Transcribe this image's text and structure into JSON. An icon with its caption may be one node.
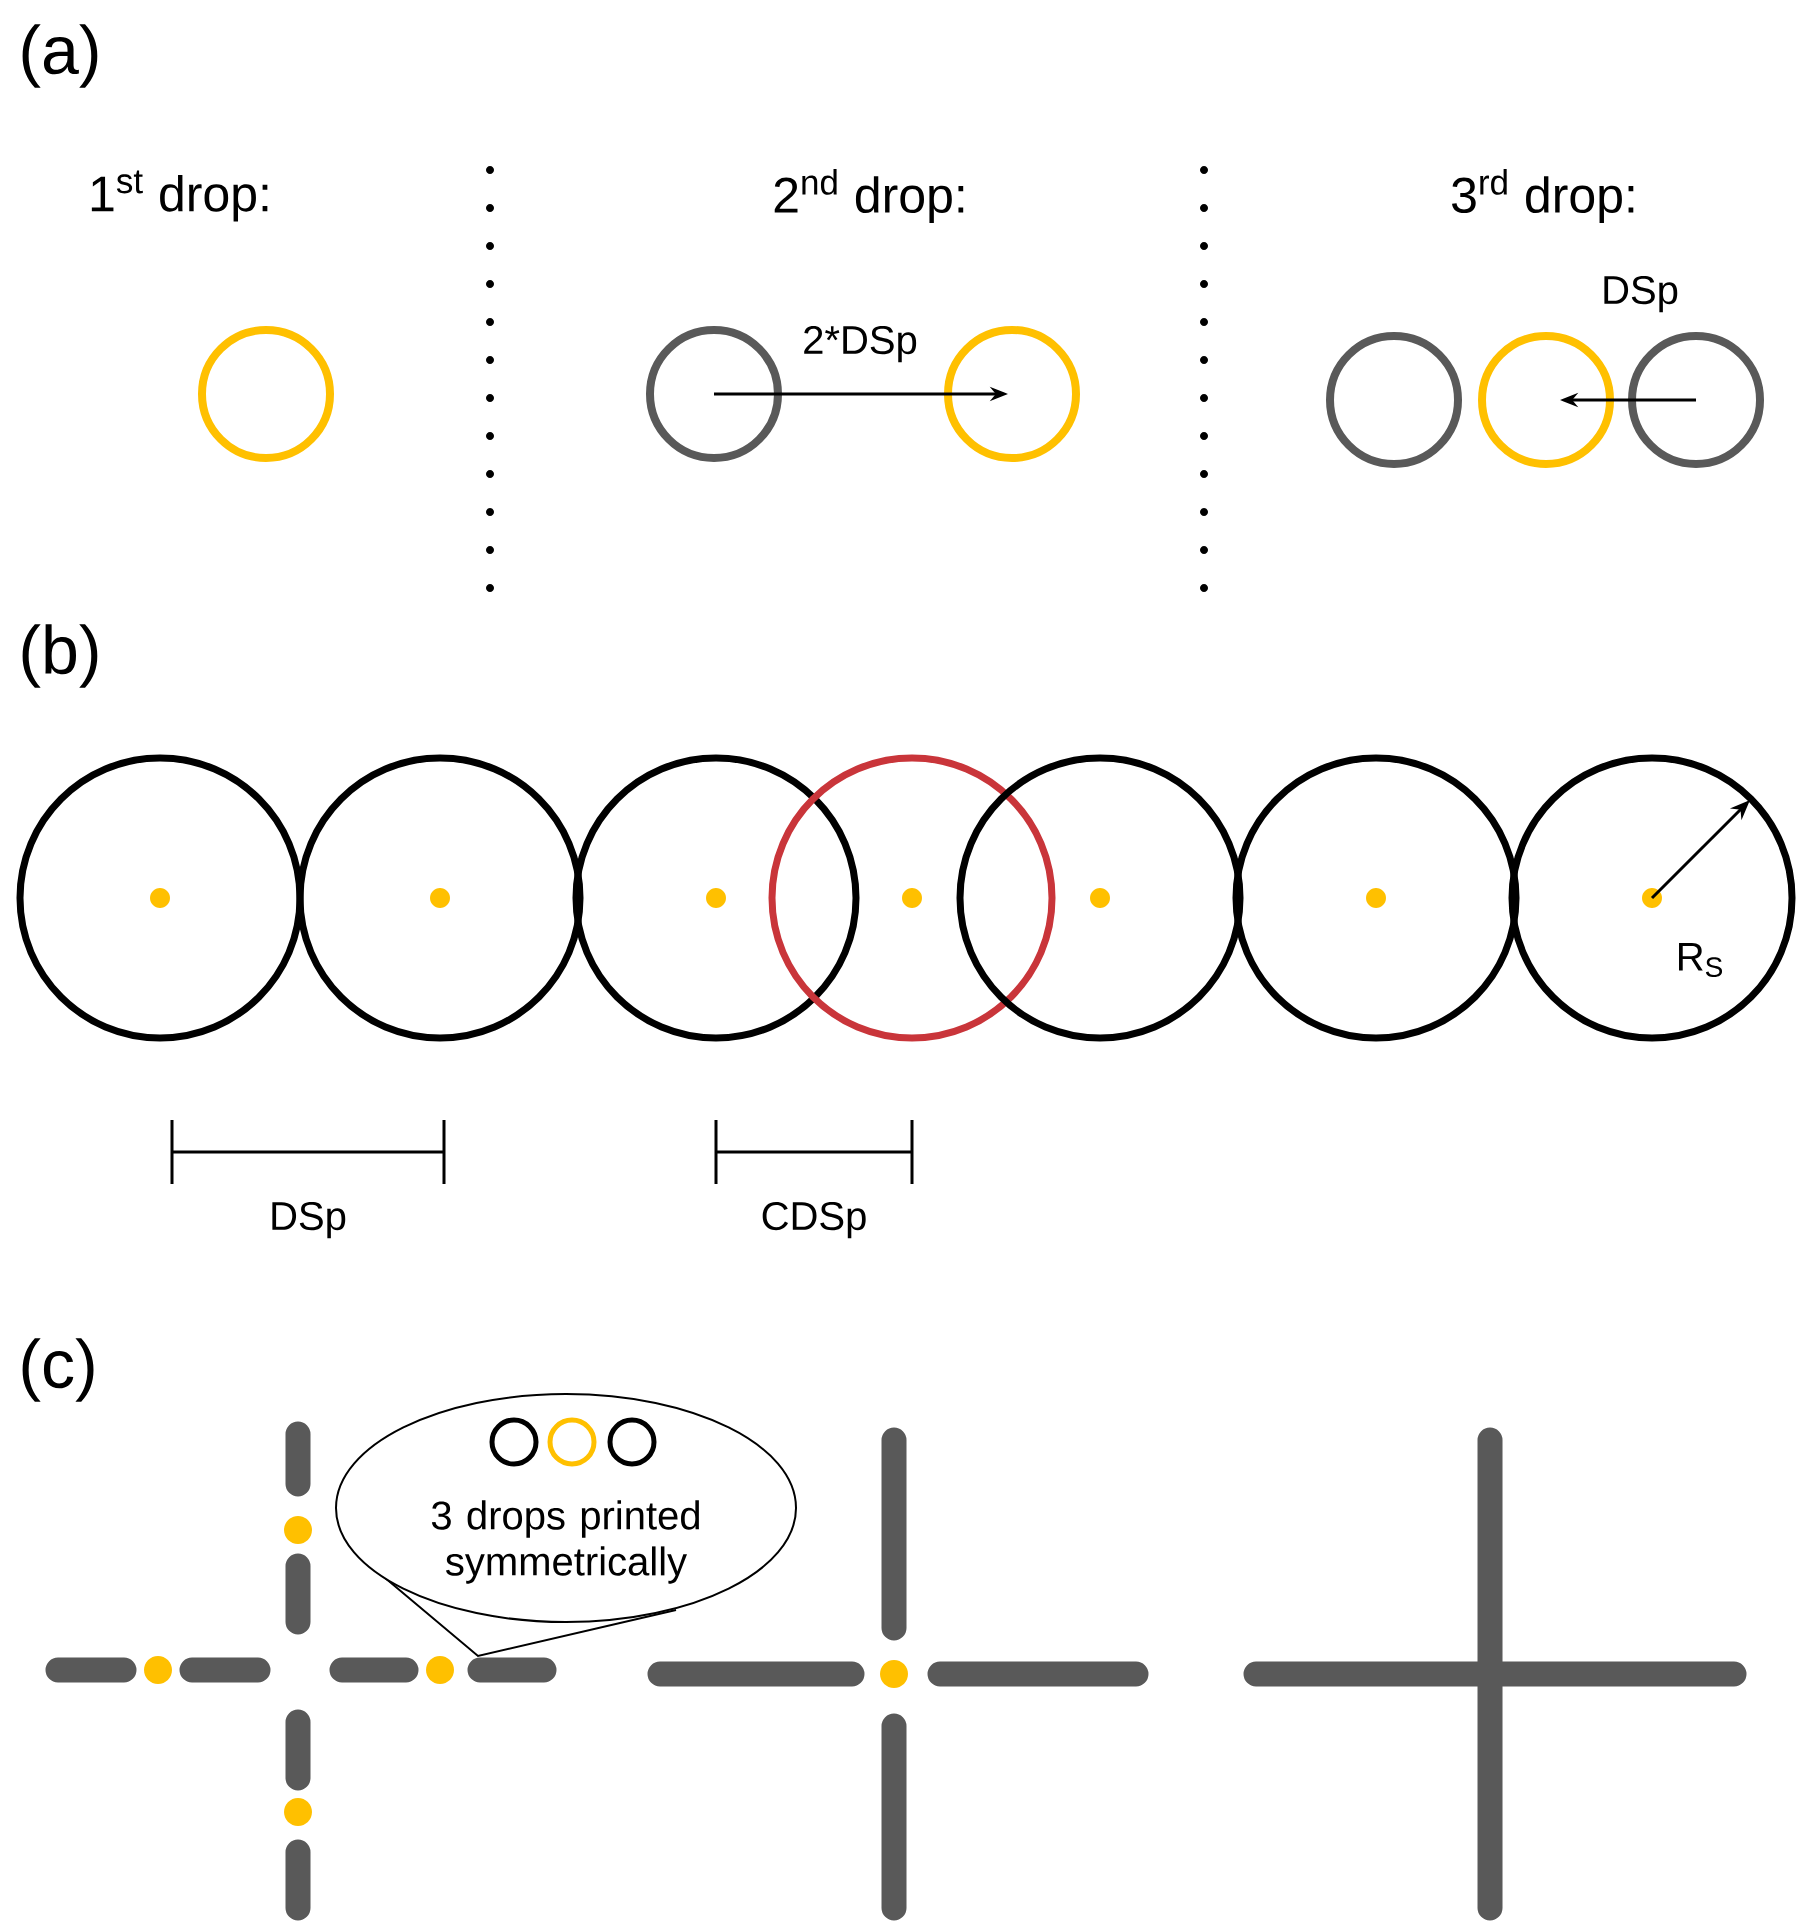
{
  "diagram": {
    "nodes": [
      {
        "text": [
          "3 drops printed symmetrically"
        ]
      }
    ],
    "labels": [
      "(a)",
      "1$^{st}$ drop:",
      "2$^{nd}$ drop:",
      "3$^{rd}$ drop:",
      "2*DSp",
      "DSp",
      "(b)",
      "R$_{S}$",
      "DSp",
      "CDSp",
      "(c)"
    ]
  }
}
